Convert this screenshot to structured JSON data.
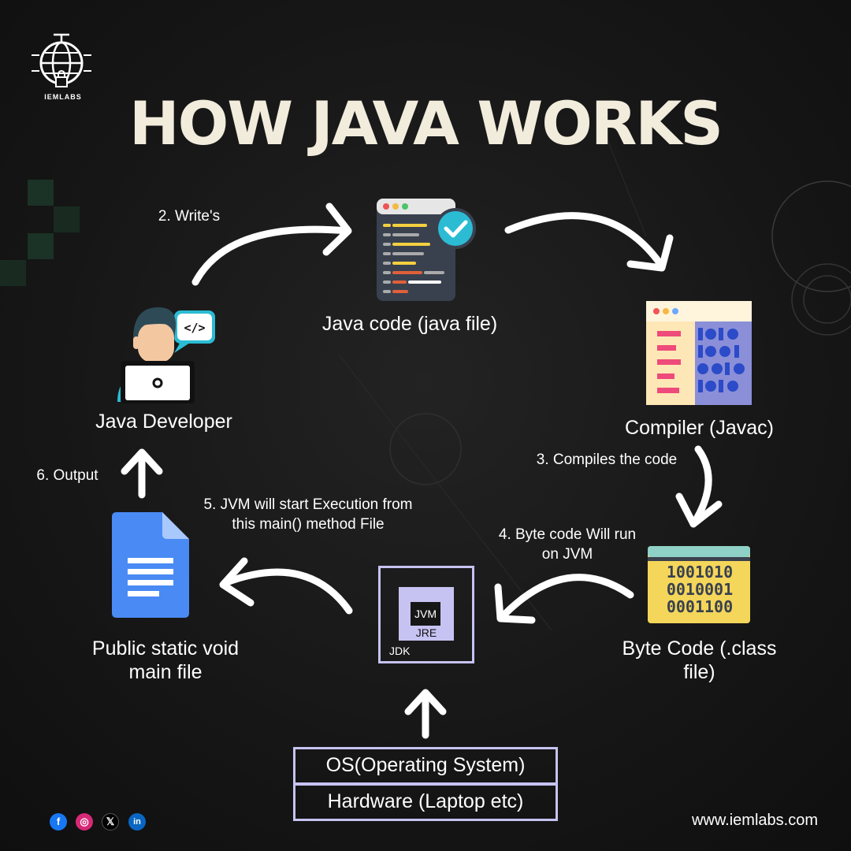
{
  "brand": {
    "logo_text": "IEMLABS",
    "website": "www.iemlabs.com"
  },
  "title": "HOW JAVA WORKS",
  "nodes": {
    "developer": "Java Developer",
    "java_code": "Java code (java file)",
    "compiler": "Compiler (Javac)",
    "byte_code": "Byte Code (.class file)",
    "main_file": "Public static void main file"
  },
  "steps": {
    "s2": "2. Write's",
    "s3": "3. Compiles the code",
    "s4": "4. Byte code Will run on JVM",
    "s5": "5. JVM will start Execution from this main() method File",
    "s6": "6. Output"
  },
  "runtime": {
    "jvm": "JVM",
    "jre": "JRE",
    "jdk": "JDK"
  },
  "platform": {
    "os": "OS(Operating System)",
    "hardware": "Hardware (Laptop etc)"
  },
  "bytecode_lines": [
    "1001010",
    "0010001",
    "0001100"
  ],
  "code_icon_symbol": "</>",
  "socials": [
    {
      "icon": "facebook-icon",
      "glyph": "f",
      "color": "#1877f2"
    },
    {
      "icon": "instagram-icon",
      "glyph": "◎",
      "color": "#d62976"
    },
    {
      "icon": "x-icon",
      "glyph": "𝕏",
      "color": "#000000"
    },
    {
      "icon": "linkedin-icon",
      "glyph": "in",
      "color": "#0a66c2"
    }
  ],
  "colors": {
    "title": "#f1ecdc",
    "box_border": "#c6c3f2",
    "check": "#2bbcd4",
    "doc_blue": "#4a8af4"
  }
}
